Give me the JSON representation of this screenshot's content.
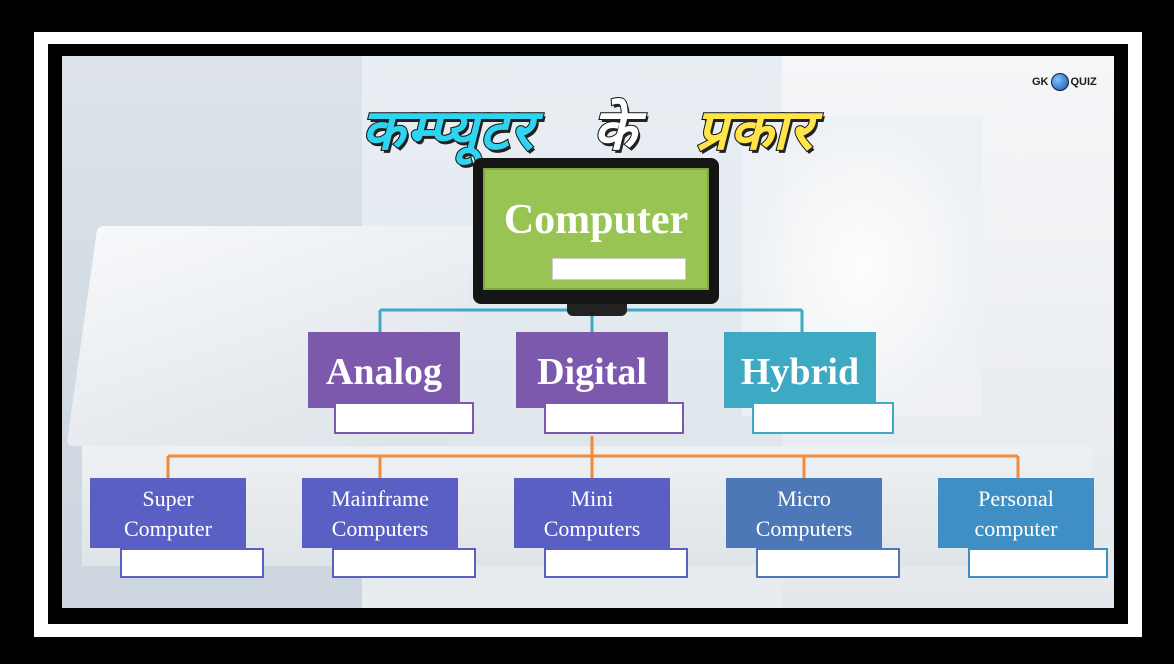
{
  "title": {
    "word1": "कम्प्यूटर",
    "word2": "के",
    "word3": "प्रकार"
  },
  "logo": {
    "text_left": "GK",
    "text_right": "QUIZ"
  },
  "root": {
    "label": "Computer"
  },
  "types": [
    {
      "label": "Analog",
      "color": "#7d59ad"
    },
    {
      "label": "Digital",
      "color": "#7d59ad"
    },
    {
      "label": "Hybrid",
      "color": "#3ea9c2"
    }
  ],
  "subtypes": [
    {
      "line1": "Super",
      "line2": "Computer",
      "color": "#5a5fc4"
    },
    {
      "line1": "Mainframe",
      "line2": "Computers",
      "color": "#5a5fc4"
    },
    {
      "line1": "Mini",
      "line2": "Computers",
      "color": "#5a5fc4"
    },
    {
      "line1": "Micro",
      "line2": "Computers",
      "color": "#4d78b8"
    },
    {
      "line1": "Personal",
      "line2": "computer",
      "color": "#3f8fc4"
    }
  ],
  "colors": {
    "root_green": "#97c453",
    "connector_teal": "#3ea9c2",
    "connector_orange": "#f08b3c"
  }
}
